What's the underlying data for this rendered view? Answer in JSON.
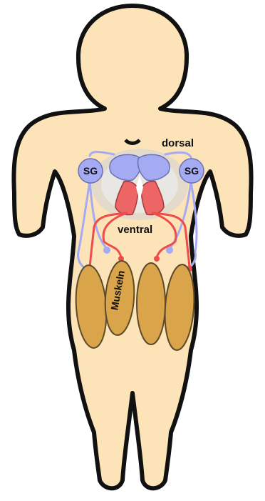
{
  "labels": {
    "dorsal": "dorsal",
    "ventral": "ventral",
    "ganglion_left": "SG",
    "ganglion_right": "SG",
    "muscles": "Muskeln"
  },
  "colors": {
    "skin": "#fde3b8",
    "outline": "#111111",
    "sensory_fiber": "#a4abf2",
    "motor_fiber": "#ee4b4b",
    "dorsal_horn": "#a4abf2",
    "ventral_horn": "#ee6565",
    "spinal_cord_halo": "#d6d6d6",
    "muscle_fill": "#d9a44a",
    "muscle_stroke": "#5c4a2a"
  }
}
